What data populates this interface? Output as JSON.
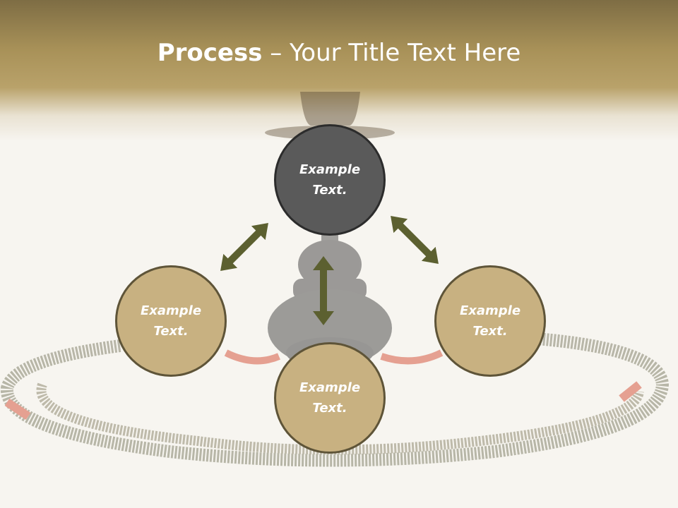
{
  "title": {
    "bold": "Process",
    "rest": " – Your Title Text Here"
  },
  "nodes": {
    "top": {
      "label": "Example\nText."
    },
    "left": {
      "label": "Example\nText."
    },
    "right": {
      "label": "Example\nText."
    },
    "bottom": {
      "label": "Example\nText."
    }
  },
  "colors": {
    "header": "#a89158",
    "top_node": "#5a5a5a",
    "node": "#c8b181",
    "node_border": "#5e5438",
    "arrow": "#5c6030"
  }
}
